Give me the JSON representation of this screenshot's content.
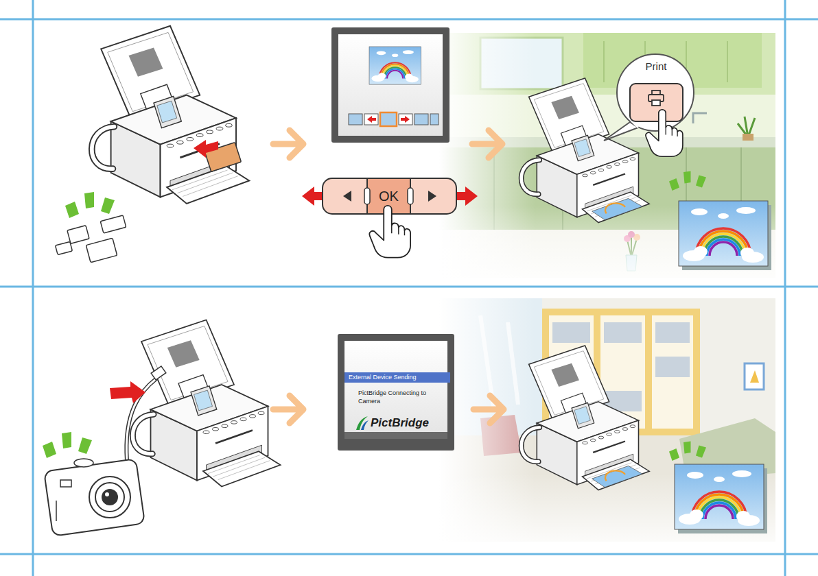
{
  "diagram": {
    "nodes": [
      {
        "text": [
          "OK"
        ]
      },
      {
        "text": [
          "Print"
        ]
      },
      {
        "text": [
          "External Device Sending",
          "PictBridge Connecting to Camera",
          "PictBridge"
        ]
      }
    ]
  }
}
